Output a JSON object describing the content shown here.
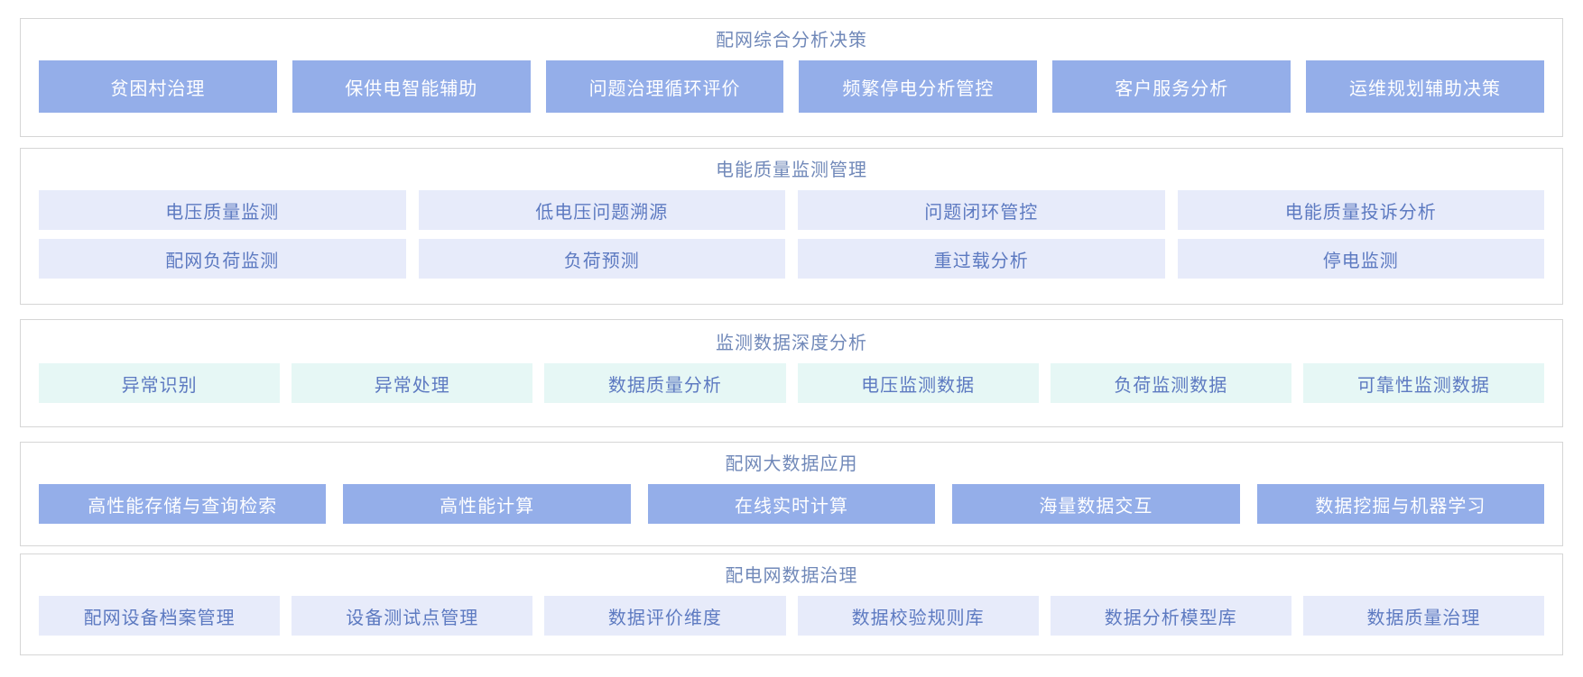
{
  "colors": {
    "solid_button_bg": "#94aee9",
    "solid_button_text": "#ffffff",
    "lavender_button_bg": "#e7ebfa",
    "mint_button_bg": "#e6f7f5",
    "light_button_text": "#5d7ac1",
    "section_title_text": "#7189b9",
    "panel_border": "#d6d6d6",
    "page_background": "#ffffff"
  },
  "sections": [
    {
      "id": "distribution-analysis-decision",
      "title": "配网综合分析决策",
      "style": "solid",
      "rows": [
        [
          "贫困村治理",
          "保供电智能辅助",
          "问题治理循环评价",
          "频繁停电分析管控",
          "客户服务分析",
          "运维规划辅助决策"
        ]
      ]
    },
    {
      "id": "power-quality-monitoring",
      "title": "电能质量监测管理",
      "style": "lavender",
      "rows": [
        [
          "电压质量监测",
          "低电压问题溯源",
          "问题闭环管控",
          "电能质量投诉分析"
        ],
        [
          "配网负荷监测",
          "负荷预测",
          "重过载分析",
          "停电监测"
        ]
      ]
    },
    {
      "id": "monitoring-data-deep-analysis",
      "title": "监测数据深度分析",
      "style": "mint",
      "rows": [
        [
          "异常识别",
          "异常处理",
          "数据质量分析",
          "电压监测数据",
          "负荷监测数据",
          "可靠性监测数据"
        ]
      ]
    },
    {
      "id": "distribution-big-data-application",
      "title": "配网大数据应用",
      "style": "solid",
      "rows": [
        [
          "高性能存储与查询检索",
          "高性能计算",
          "在线实时计算",
          "海量数据交互",
          "数据挖掘与机器学习"
        ]
      ]
    },
    {
      "id": "distribution-network-data-governance",
      "title": "配电网数据治理",
      "style": "lavender",
      "rows": [
        [
          "配网设备档案管理",
          "设备测试点管理",
          "数据评价维度",
          "数据校验规则库",
          "数据分析模型库",
          "数据质量治理"
        ]
      ]
    }
  ]
}
